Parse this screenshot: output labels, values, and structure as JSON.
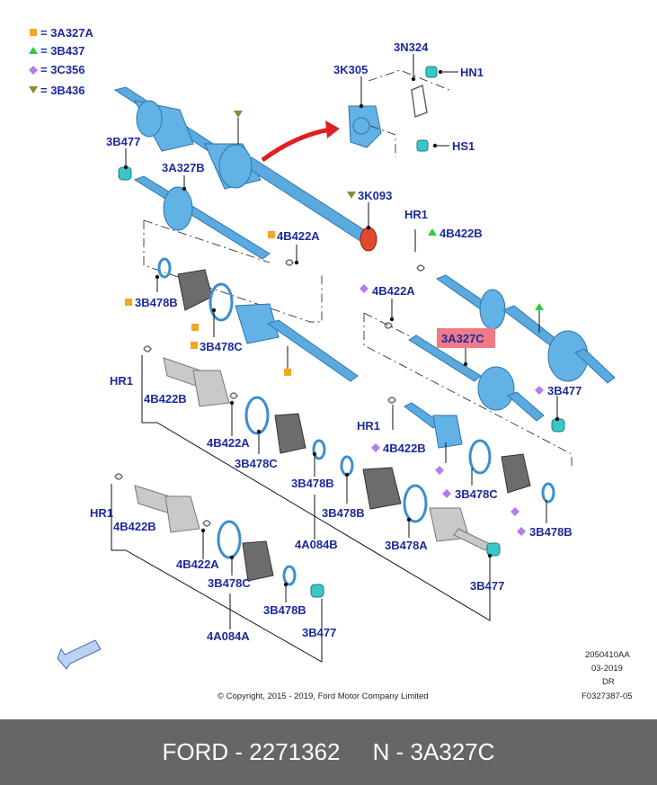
{
  "legend": [
    {
      "symbol": "square",
      "color": "#f5a623",
      "text": "= 3A327A"
    },
    {
      "symbol": "triangle-up",
      "color": "#2ecc40",
      "text": "= 3B437"
    },
    {
      "symbol": "diamond",
      "color": "#b57bf0",
      "text": "= 3C356"
    },
    {
      "symbol": "triangle-down",
      "color": "#8a8a3a",
      "text": "= 3B436"
    }
  ],
  "labels": {
    "l3k305": "3K305",
    "l3n324": "3N324",
    "hn1": "HN1",
    "hs1": "HS1",
    "l3b477_a": "3B477",
    "l3a327b": "3A327B",
    "l3k093": "3K093",
    "l4b422a_a": "4B422A",
    "hr1_a": "HR1",
    "l4b422b_a": "4B422B",
    "l4b422a_b": "4B422A",
    "l3b478b_a": "3B478B",
    "l3b478c_a": "3B478C",
    "l3a327c": "3A327C",
    "l3b477_b": "3B477",
    "hr1_b": "HR1",
    "l4b422b_b": "4B422B",
    "l4b422a_c": "4B422A",
    "l3b478c_b": "3B478C",
    "l3b478b_b": "3B478B",
    "l4a084b": "4A084B",
    "l3b478b_c": "3B478B",
    "l3b478a": "3B478A",
    "l3b477_c": "3B477",
    "hr1_c": "HR1",
    "l4b422b_c": "4B422B",
    "l3b478c_c": "3B478C",
    "l3b478b_d": "3B478B",
    "hr1_d": "HR1",
    "l4b422b_d": "4B422B",
    "l4b422a_d": "4B422A",
    "l3b478c_d": "3B478C",
    "l3b478b_e": "3B478B",
    "l4a084a": "4A084A",
    "l3b477_d": "3B477"
  },
  "highlight_color": "#f07b87",
  "meta": {
    "code": "2050410AA",
    "date": "03-2019",
    "dr": "DR",
    "figure": "F0327387-05",
    "copyright": "© Copyright, 2015 - 2019, Ford Motor Company Limited"
  },
  "footer": {
    "text": "FORD - 2271362     N - 3A327C",
    "background": "#666666"
  }
}
